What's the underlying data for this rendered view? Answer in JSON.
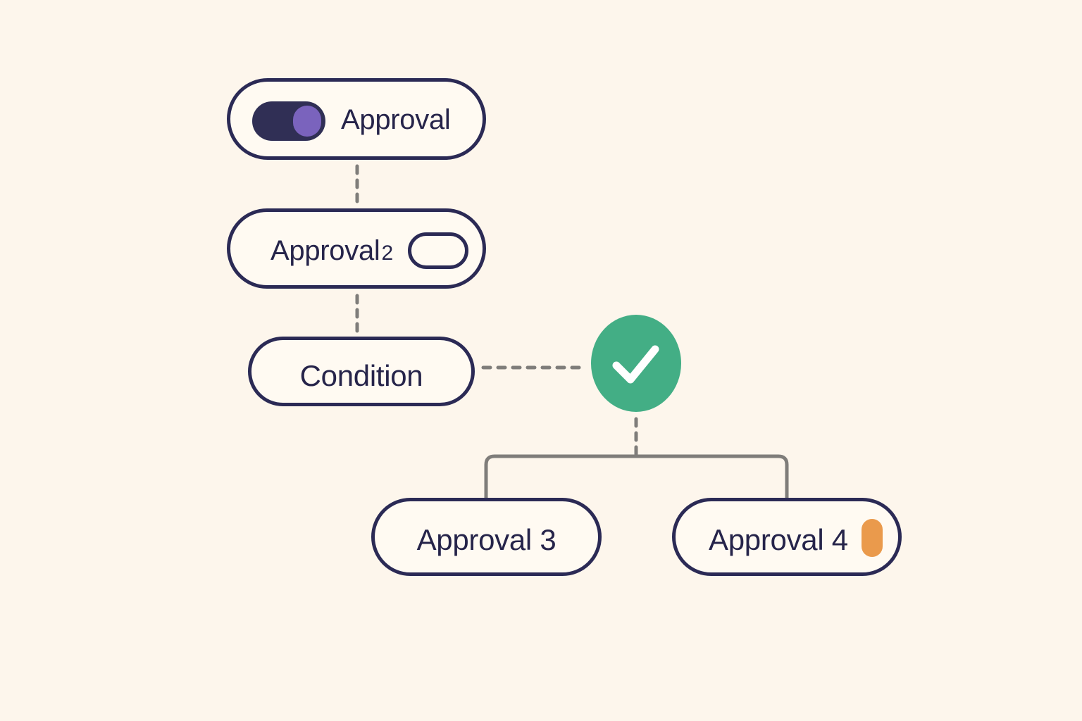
{
  "colors": {
    "background": "#fdf6ec",
    "outline": "#2b2a55",
    "text": "#26244a",
    "toggle_track": "#302f55",
    "toggle_knob": "#7a63bd",
    "success": "#43ae85",
    "connector": "#7f7d7a",
    "warning": "#ea9a4c"
  },
  "nodes": {
    "approval_1": {
      "label": "Approval",
      "toggle_state": "on"
    },
    "approval_2": {
      "label": "Approval",
      "label_suffix": "2",
      "toggle_state": "off"
    },
    "condition": {
      "label": "Condition"
    },
    "check": {
      "icon": "check-icon",
      "state": "approved"
    },
    "approval_3": {
      "label": "Approval 3"
    },
    "approval_4": {
      "label": "Approval 4",
      "indicator": "orange-status-pill"
    }
  }
}
